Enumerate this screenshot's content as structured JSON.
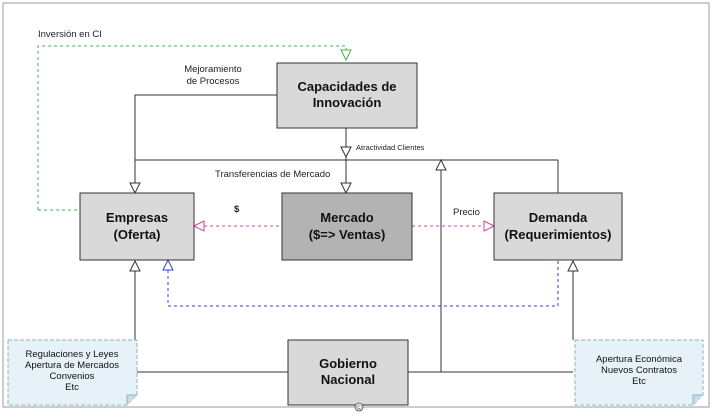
{
  "nodes": {
    "capacidades": {
      "lines": [
        "Capacidades de",
        "Innovación"
      ]
    },
    "empresas": {
      "lines": [
        "Empresas",
        "(Oferta)"
      ]
    },
    "mercado": {
      "lines": [
        "Mercado",
        "($=> Ventas)"
      ]
    },
    "demanda": {
      "lines": [
        "Demanda",
        "(Requerimientos)"
      ]
    },
    "gobierno": {
      "lines": [
        "Gobierno",
        "Nacional"
      ]
    }
  },
  "notes": {
    "left": {
      "lines": [
        "Regulaciones y Leyes",
        "Apertura de Mercados",
        "Convenios",
        "Etc"
      ]
    },
    "right": {
      "lines": [
        "Apertura Económica",
        "Nuevos Contratos",
        "Etc"
      ]
    }
  },
  "edge_labels": {
    "inversion": "Inversión en CI",
    "mejoramiento": [
      "Mejoramiento",
      "de Procesos"
    ],
    "atractividad": "Atractividad Clientes",
    "transferencias": "Transferencias de Mercado",
    "dollar": "$",
    "precio": "Precio"
  },
  "copyright_mark": "©",
  "colors": {
    "box_fill": "#d9d9d9",
    "mercado_fill": "#b3b3b3",
    "note_fill": "#e6f2f8",
    "green_dashed": "#4caf50",
    "magenta_dashed": "#cc44aa",
    "blue_dashed": "#3344cc",
    "line": "#333333"
  }
}
